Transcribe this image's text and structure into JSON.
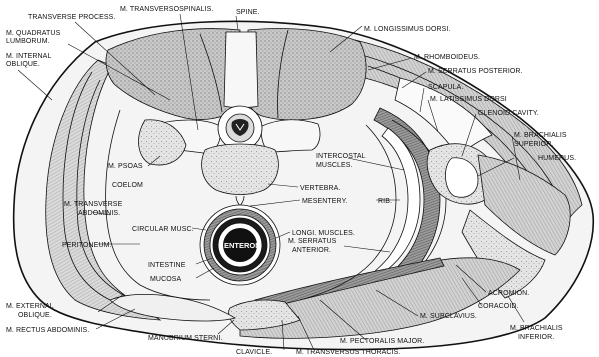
{
  "figure": {
    "labels": {
      "transverse_process": "TRANSVERSE PROCESS.",
      "transversospinalis": "M. TRANSVERSOSPINALIS.",
      "spine": "SPINE.",
      "quadratus_lumborum": "M. QUADRATUS LUMBORUM.",
      "internal_oblique": "M. INTERNAL OBLIQUE.",
      "longissimus_dorsi": "M. LONGISSIMUS DORSI.",
      "rhomboideus": "M. RHOMBOIDEUS.",
      "serratus_posterior": "M. SERRATUS POSTERIOR.",
      "scapula": "SCAPULA.",
      "latissimus_dorsi": "M. LATISSIMUS DORSI",
      "glenoid_cavity": "GLENOID CAVITY.",
      "brachialis_superior": "M. BRACHIALIS SUPERIOR.",
      "humerus": "HUMERUS.",
      "intercostal_muscles": "INTERCOSTAL MUSCLES.",
      "psoas": "M. PSOAS",
      "coelom": "COELOM",
      "transverse_abdominis": "M. TRANSVERSE ABDOMINIS.",
      "vertebra": "VERTEBRA.",
      "mesentery": "MESENTERY.",
      "rib": "RIB.",
      "circular_musc": "CIRCULAR MUSC.",
      "longi_muscles": "LONGI. MUSCLES.",
      "peritoneum": "PERITONEUM.",
      "serratus_anterior": "M. SERRATUS ANTERIOR.",
      "intestine": "INTESTINE",
      "enteron": "ENTERON",
      "mucosa": "MUCOSA",
      "acromion": "ACROMION.",
      "coracoid": "CORACOID.",
      "external_oblique": "M. EXTERNAL OBLIQUE.",
      "subclavius": "M. SUBCLAVIUS.",
      "brachialis_inferior": "M. BRACHIALIS INFERIOR.",
      "rectus_abdominis": "M. RECTUS ABDOMINIS.",
      "manubrium_sterni": "MANUBRIUM STERNI.",
      "pectoralis_major": "M. PECTORALIS MAJOR.",
      "clavicle": "CLAVICLE.",
      "transversus_thoracis": "M. TRANSVERSUS THORACIS."
    }
  }
}
